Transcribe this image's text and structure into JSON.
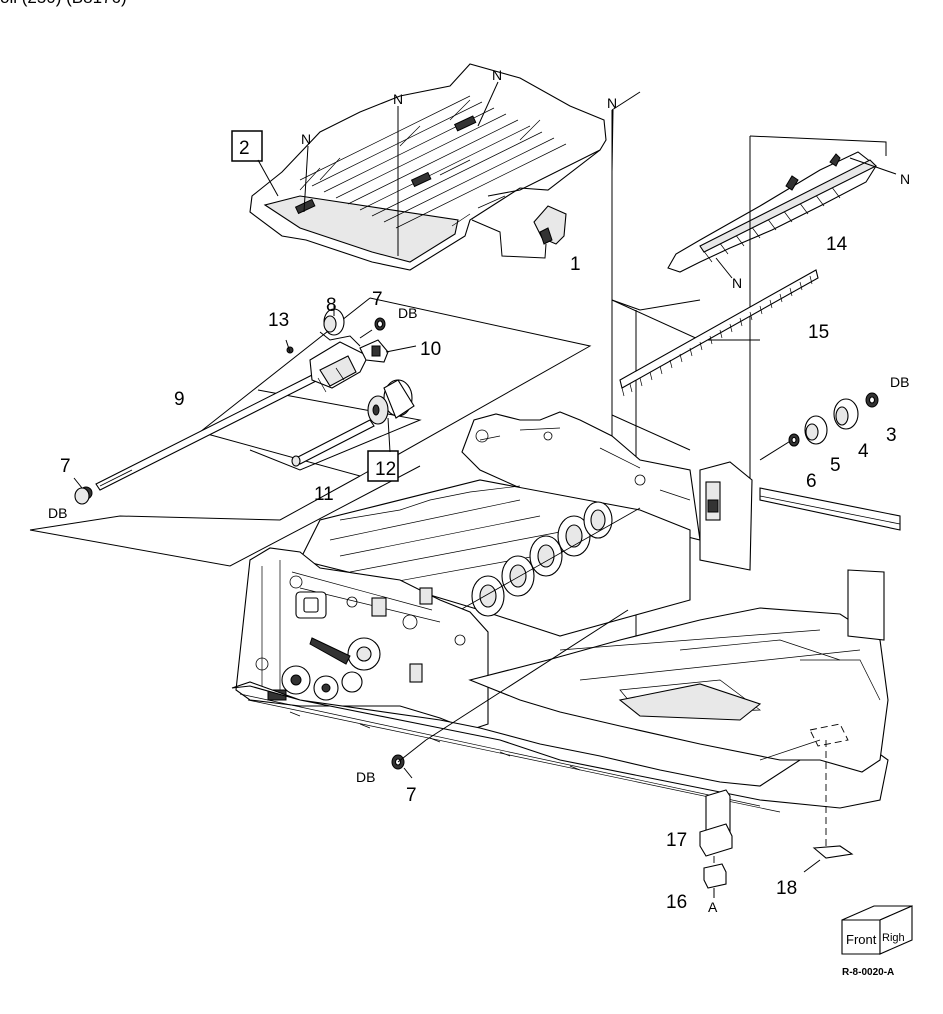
{
  "header": {
    "text": "oll (250) (B8176)"
  },
  "callouts": {
    "c1": "1",
    "c2": "2",
    "c3": "3",
    "c4": "4",
    "c5": "5",
    "c6": "6",
    "c7a": "7",
    "c7b": "7",
    "c7c": "7",
    "c8": "8",
    "c9": "9",
    "c10": "10",
    "c11": "11",
    "c12": "12",
    "c13": "13",
    "c14": "14",
    "c15": "15",
    "c16": "16",
    "c17": "17",
    "c18": "18"
  },
  "markers": {
    "n1": "N",
    "n2": "N",
    "n3": "N",
    "n4": "N",
    "n5": "N",
    "n6": "N",
    "db1": "DB",
    "db2": "DB",
    "db3": "DB",
    "db4": "DB",
    "a": "A"
  },
  "orientation_cube": {
    "front": "Front",
    "right": "Righ"
  },
  "figure_code": "R-8-0020-A"
}
